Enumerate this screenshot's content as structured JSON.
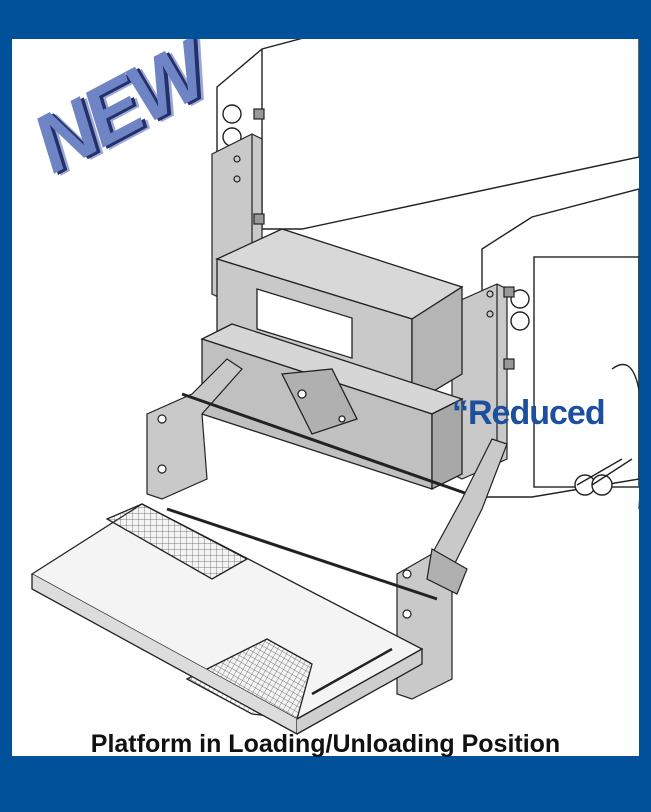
{
  "badge": {
    "text": "NEW"
  },
  "tagline": {
    "text": "“Reduced"
  },
  "caption": {
    "text": "Platform in Loading/Unloading Position"
  },
  "colors": {
    "frame": "#00509a",
    "badge": "#6f84c4",
    "tagline": "#1c4f9e",
    "metal": "#c9c9c9"
  }
}
